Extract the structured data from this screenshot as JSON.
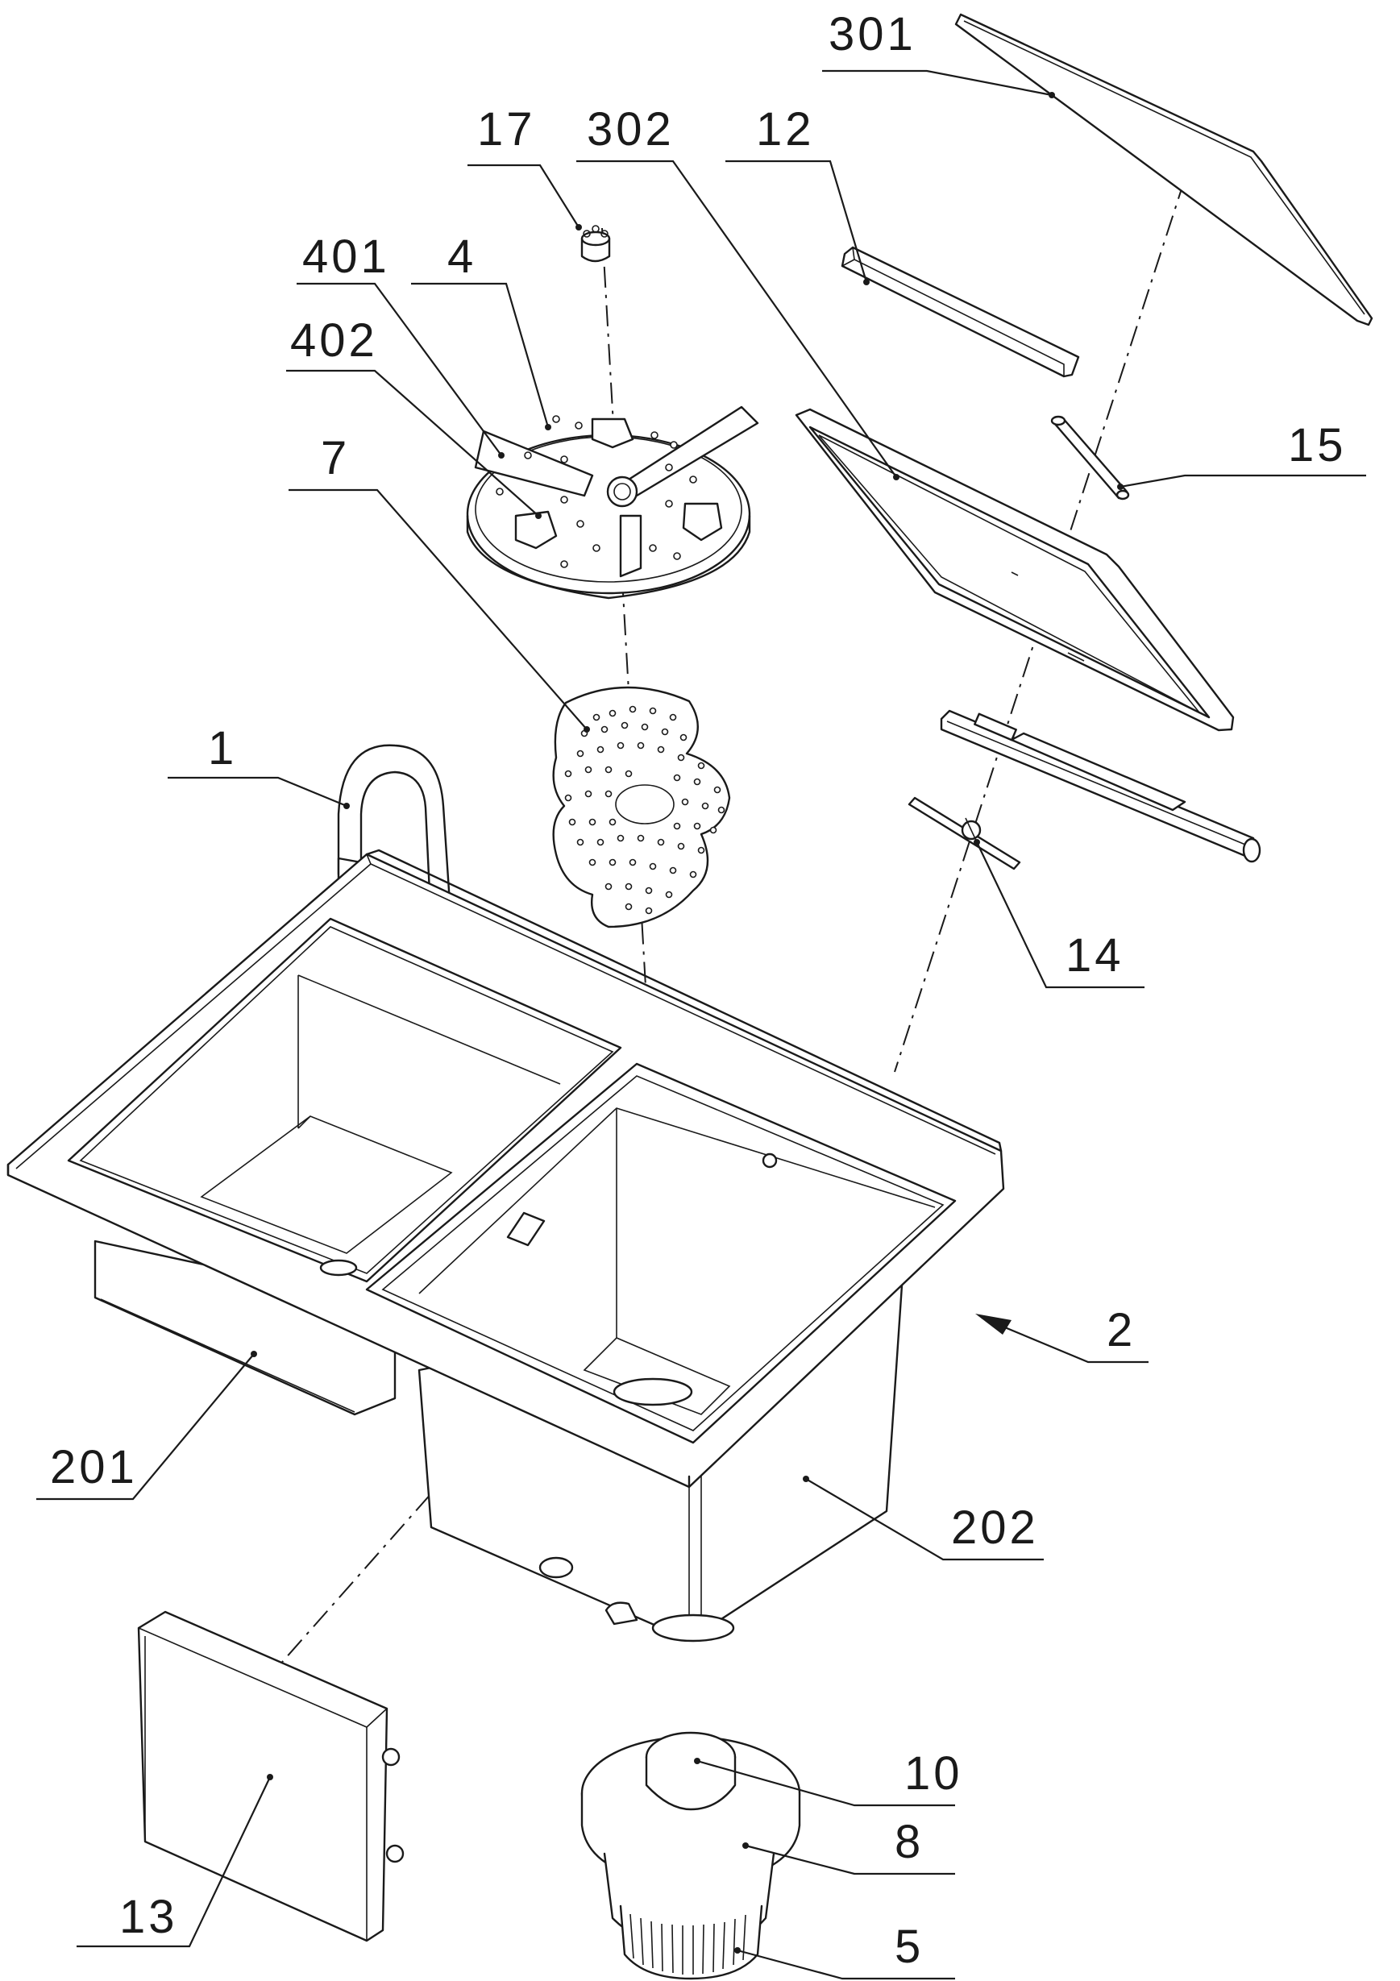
{
  "labels": {
    "p301": "301",
    "p17": "17",
    "p302": "302",
    "p12": "12",
    "p401": "401",
    "p4": "4",
    "p402": "402",
    "p15": "15",
    "p7": "7",
    "p1": "1",
    "p14": "14",
    "p2": "2",
    "p201": "201",
    "p202": "202",
    "p10": "10",
    "p8": "8",
    "p13": "13",
    "p5": "5"
  }
}
